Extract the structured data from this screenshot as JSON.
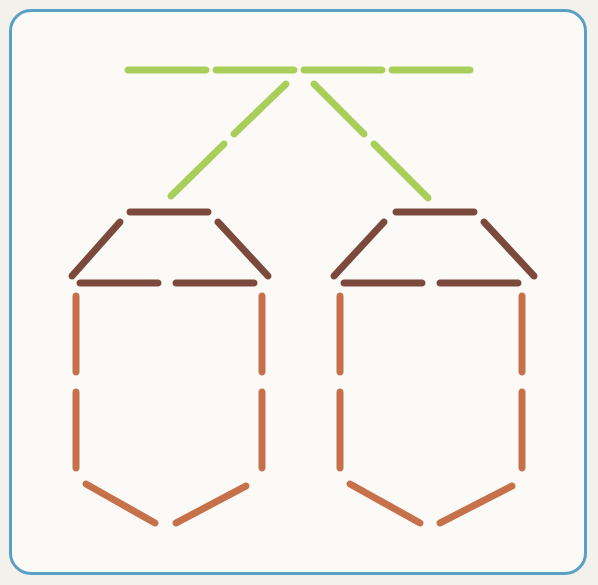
{
  "figure": {
    "type": "matchstick-puzzle",
    "colors": {
      "frame": "#5a9fc4",
      "background": "#fbfaf7",
      "hanger": "#a9cf5a",
      "top": "#7c4a3c",
      "body": "#c7714a"
    },
    "groups": [
      "hanger",
      "left-lantern",
      "right-lantern"
    ]
  }
}
